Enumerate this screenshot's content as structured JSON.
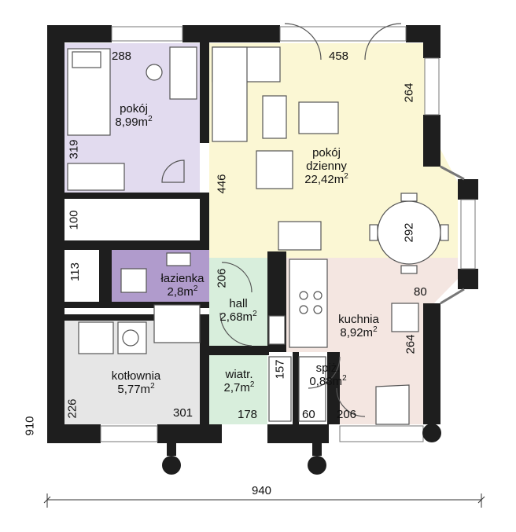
{
  "colors": {
    "wall": "#1e1e1e",
    "bedroom": "#e2dbef",
    "living": "#fbf7d4",
    "kitchen": "#f4e6e1",
    "bathroom": "#b09bcc",
    "hall": "#d8eedc",
    "boiler": "#e6e6e6",
    "window": "#ffffff",
    "furniture_stroke": "#555555"
  },
  "rooms": {
    "bedroom": {
      "name": "pokój",
      "area": "8,99m",
      "sup": "2"
    },
    "living": {
      "name1": "pokój",
      "name2": "dzienny",
      "area": "22,42m",
      "sup": "2"
    },
    "bath": {
      "name": "łazienka",
      "area": "2,8m",
      "sup": "2"
    },
    "hall": {
      "name": "hall",
      "area": "2,68m",
      "sup": "2"
    },
    "kitchen": {
      "name": "kuchnia",
      "area": "8,92m",
      "sup": "2"
    },
    "boiler": {
      "name": "kotłownia",
      "area": "5,77m",
      "sup": "2"
    },
    "vestibule": {
      "name": "wiatr.",
      "area": "2,7m",
      "sup": "2"
    },
    "pantry": {
      "name": "spiż.",
      "area": "0,88m",
      "sup": "2"
    }
  },
  "dimensions": {
    "d288": "288",
    "d458": "458",
    "d264a": "264",
    "d319": "319",
    "d446": "446",
    "d100": "100",
    "d292": "292",
    "d113": "113",
    "d206a": "206",
    "d80": "80",
    "d264b": "264",
    "d157": "157",
    "d226": "226",
    "d301": "301",
    "d178": "178",
    "d60": "60",
    "d206b": "206",
    "d910": "910",
    "d940": "940"
  }
}
